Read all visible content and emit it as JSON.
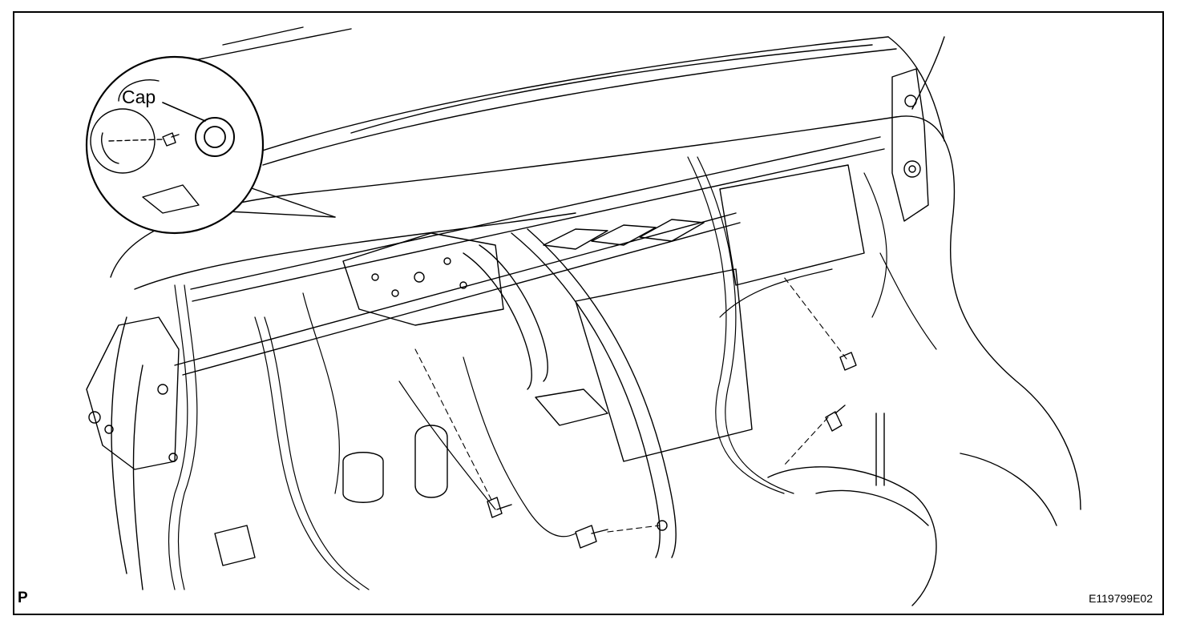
{
  "figure": {
    "callout_label": "Cap",
    "view_letter": "P",
    "figure_code": "E119799E02"
  },
  "colors": {
    "line": "#000000",
    "background": "#ffffff"
  }
}
